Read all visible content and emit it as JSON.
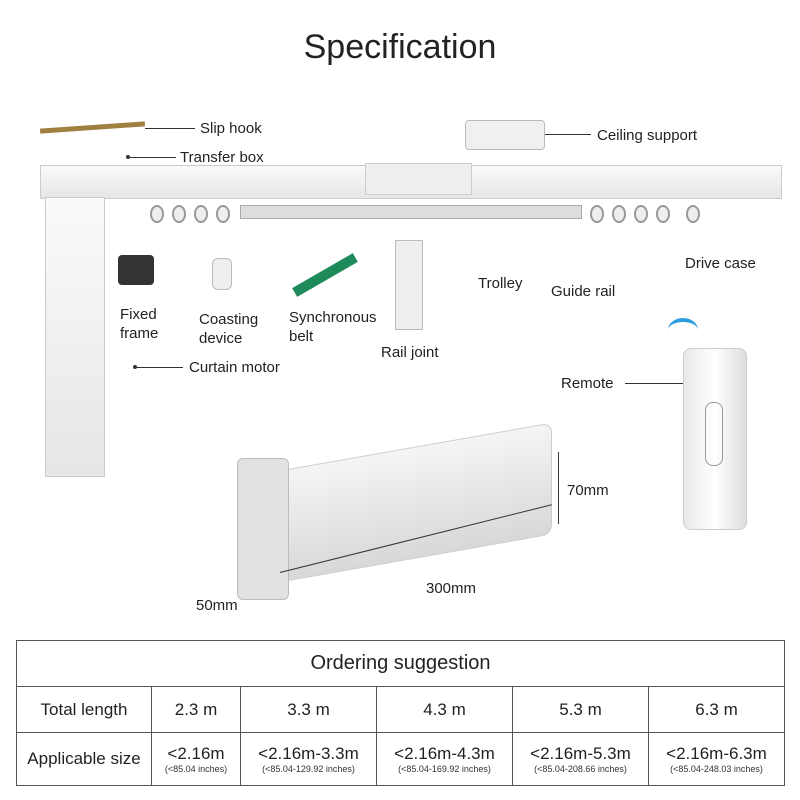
{
  "title": "Specification",
  "labels": {
    "slip_hook": "Slip hook",
    "transfer_box": "Transfer box",
    "ceiling_support": "Ceiling support",
    "drive_case": "Drive case",
    "guide_rail": "Guide rail",
    "trolley": "Trolley",
    "rail_joint": "Rail joint",
    "synchronous_belt": "Synchronous belt",
    "coasting_device": "Coasting device",
    "fixed_frame": "Fixed frame",
    "curtain_motor": "Curtain motor",
    "remote": "Remote"
  },
  "dimensions": {
    "height": "70mm",
    "length": "300mm",
    "width": "50mm"
  },
  "table": {
    "title": "Ordering suggestion",
    "row_headers": [
      "Total length",
      "Applicable size"
    ],
    "lengths": [
      "2.3 m",
      "3.3 m",
      "4.3 m",
      "5.3 m",
      "6.3 m"
    ],
    "sizes": [
      "<2.16m",
      "<2.16m-3.3m",
      "<2.16m-4.3m",
      "<2.16m-5.3m",
      "<2.16m-6.3m"
    ],
    "sizes_inches": [
      "(<85.04 inches)",
      "(<85.04-129.92 inches)",
      "(<85.04-169.92 inches)",
      "(<85.04-208.66 inches)",
      "(<85.04-248.03 inches)"
    ]
  }
}
